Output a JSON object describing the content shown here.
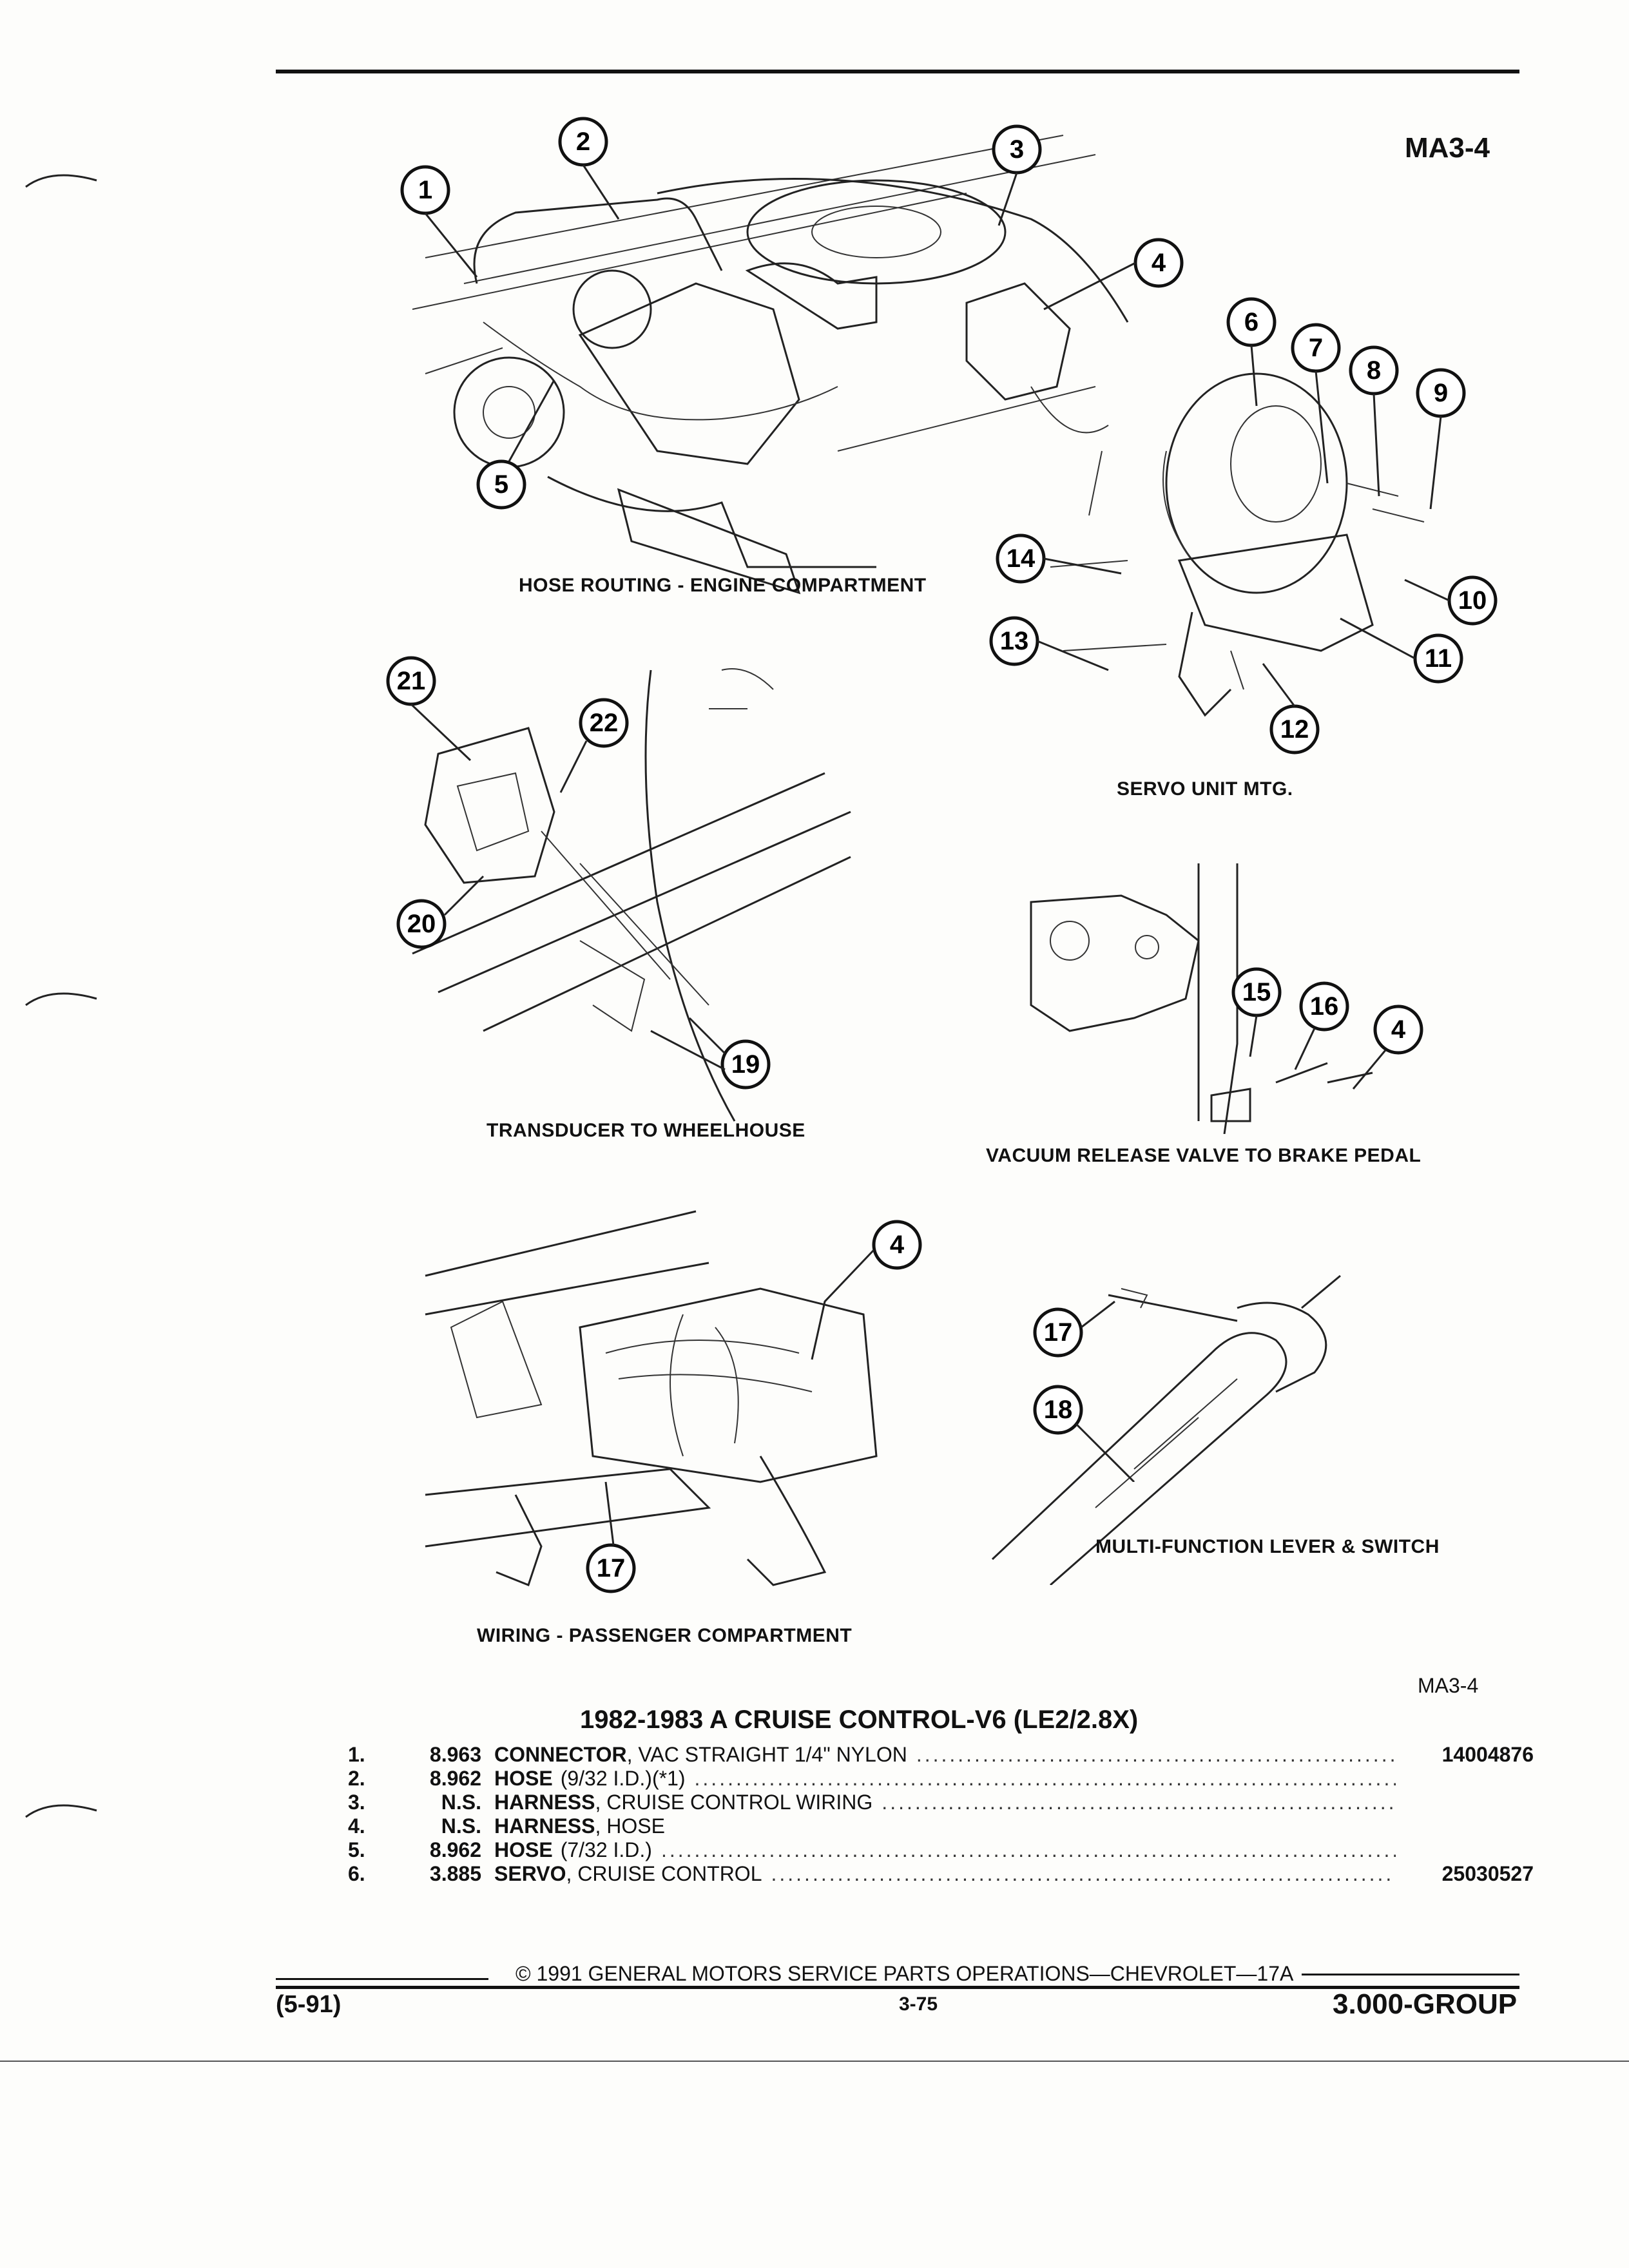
{
  "header": {
    "page_code": "MA3-4"
  },
  "captions": {
    "hose_routing": "HOSE ROUTING - ENGINE COMPARTMENT",
    "servo_mtg": "SERVO UNIT MTG.",
    "transducer": "TRANSDUCER TO WHEELHOUSE",
    "vacuum_release": "VACUUM RELEASE VALVE TO BRAKE PEDAL",
    "wiring": "WIRING - PASSENGER COMPARTMENT",
    "multi_function": "MULTI-FUNCTION LEVER & SWITCH"
  },
  "callouts": {
    "c1": "1",
    "c2": "2",
    "c3": "3",
    "c4": "4",
    "c5": "5",
    "c6": "6",
    "c7": "7",
    "c8": "8",
    "c9": "9",
    "c10": "10",
    "c11": "11",
    "c12": "12",
    "c13": "13",
    "c14": "14",
    "c15": "15",
    "c16": "16",
    "c17": "17",
    "c18": "18",
    "c19": "19",
    "c20": "20",
    "c21": "21",
    "c22": "22"
  },
  "section": {
    "code": "MA3-4",
    "title": "1982-1983 A CRUISE CONTROL-V6 (LE2/2.8X)"
  },
  "parts_list": [
    {
      "num": "1.",
      "group": "8.963",
      "name": "CONNECTOR",
      "desc": ", VAC STRAIGHT 1/4\" NYLON",
      "part": "14004876"
    },
    {
      "num": "2.",
      "group": "8.962",
      "name": "HOSE",
      "desc": "(9/32 I.D.)(*1)",
      "part": ""
    },
    {
      "num": "3.",
      "group": "N.S.",
      "name": "HARNESS",
      "desc": ", CRUISE CONTROL WIRING",
      "part": ""
    },
    {
      "num": "4.",
      "group": "N.S.",
      "name": "HARNESS",
      "desc": ", HOSE",
      "part": ""
    },
    {
      "num": "5.",
      "group": "8.962",
      "name": "HOSE",
      "desc": "(7/32 I.D.)",
      "part": ""
    },
    {
      "num": "6.",
      "group": "3.885",
      "name": "SERVO",
      "desc": ", CRUISE CONTROL",
      "part": "25030527"
    }
  ],
  "footer": {
    "copyright": "© 1991 GENERAL MOTORS SERVICE PARTS OPERATIONS—CHEVROLET—17A",
    "date": "(5-91)",
    "page_number": "3-75",
    "group": "3.000-GROUP"
  }
}
